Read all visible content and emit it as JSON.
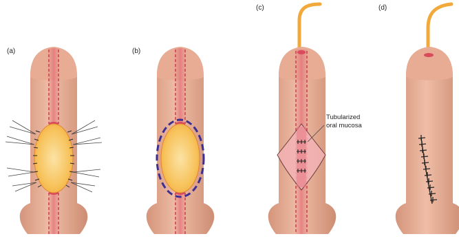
{
  "panels": [
    {
      "label": "(a)",
      "stage": "sutured-graft-bed"
    },
    {
      "label": "(b)",
      "stage": "marked-excision"
    },
    {
      "label": "(c)",
      "stage": "tubularized-graft-with-catheter"
    },
    {
      "label": "(d)",
      "stage": "closed-skin-with-catheter"
    }
  ],
  "annotation": {
    "line1": "Tubularized",
    "line2": "oral mucosa"
  },
  "colors": {
    "skin": "#e4a98f",
    "skin_shadow": "#c98a70",
    "glans": "#eab09a",
    "graft": "#f7c25a",
    "graft_edge": "#f0a13c",
    "urethra": "#d9495a",
    "urethra_fill": "#e67a84",
    "mucosa_patch": "#f2b2b4",
    "marking": "#3d2f8f",
    "catheter": "#f0a93a",
    "suture": "#333333"
  },
  "icons": [
    "penis-illustration",
    "catheter-icon",
    "suture-stitches-icon"
  ]
}
